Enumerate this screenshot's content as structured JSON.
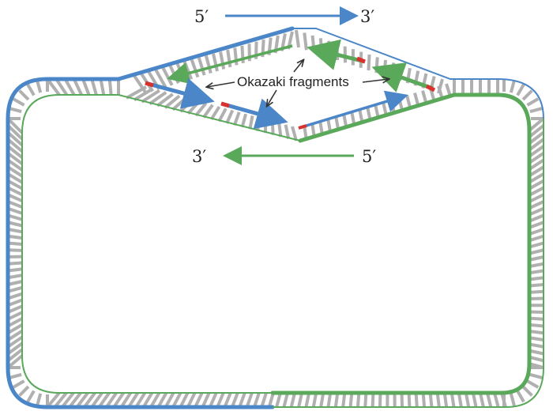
{
  "labels": {
    "top_five_prime": "5′",
    "top_three_prime": "3′",
    "bottom_three_prime": "3′",
    "bottom_five_prime": "5′",
    "okazaki": "Okazaki fragments"
  },
  "colors": {
    "blue_strand": "#4a86c8",
    "green_strand": "#5aa85a",
    "rung": "#b0b0b0",
    "primer": "#d9322e",
    "pointer": "#333333"
  }
}
